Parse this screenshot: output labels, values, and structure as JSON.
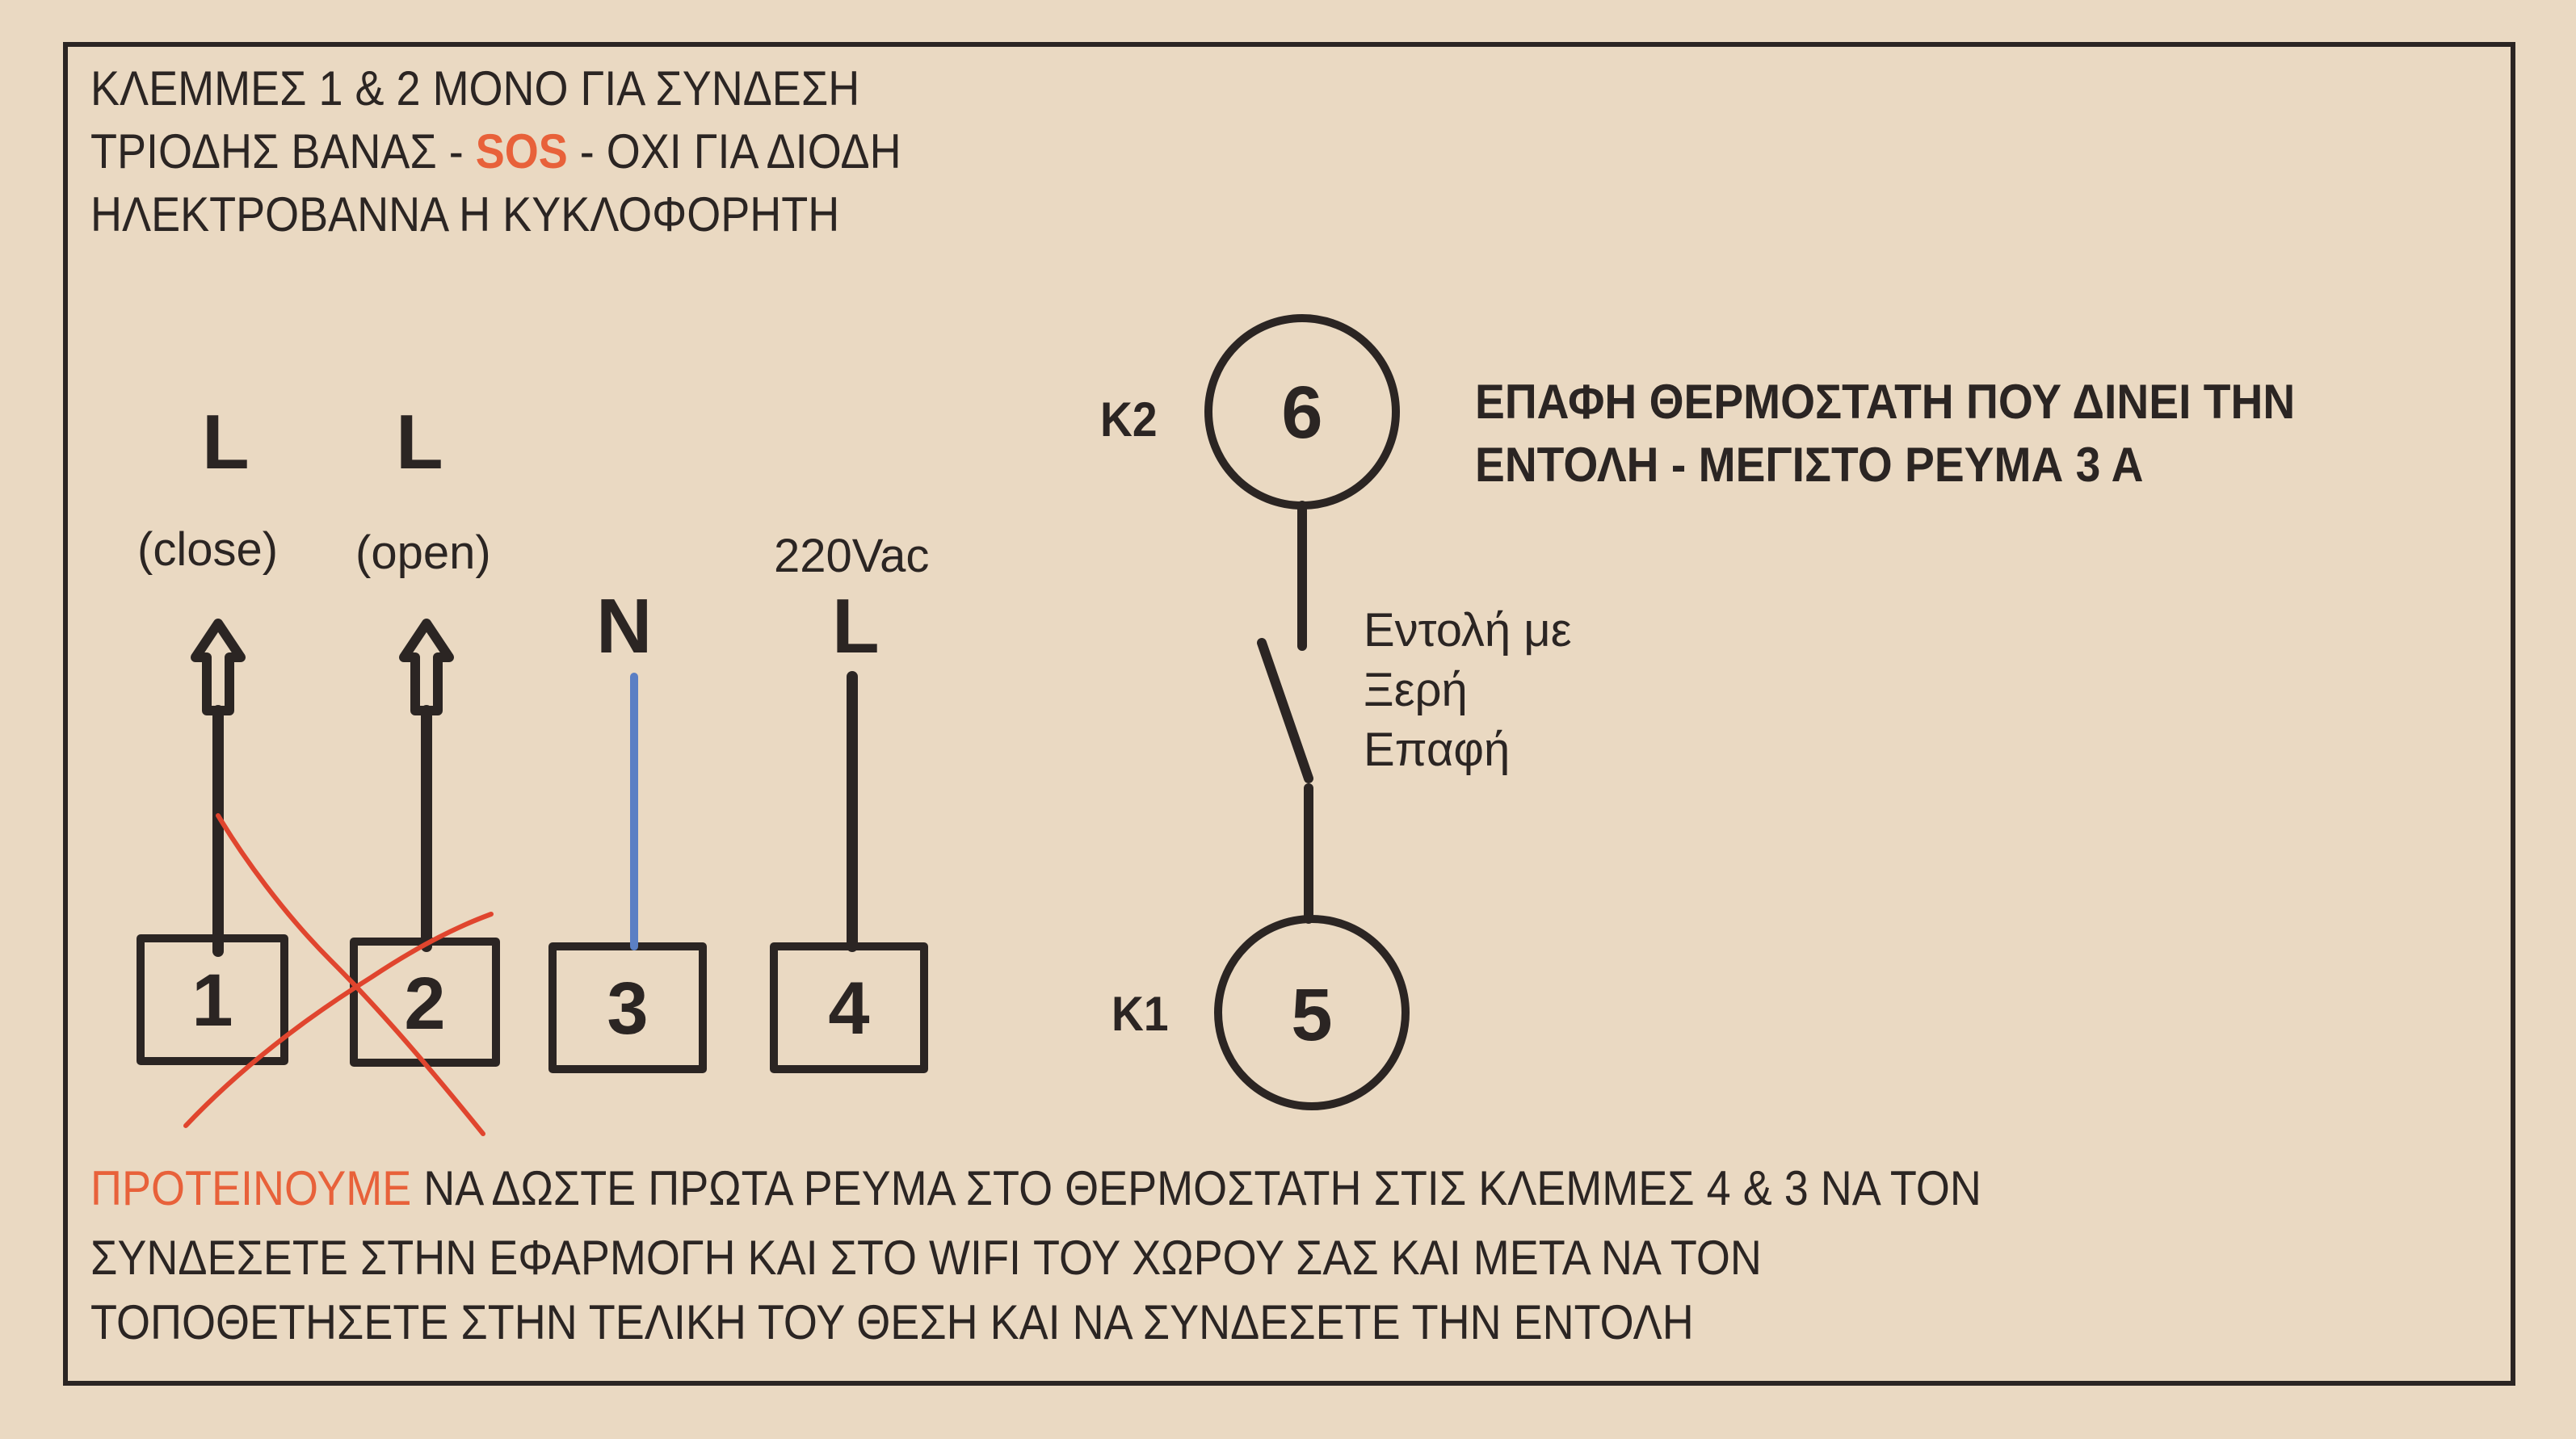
{
  "top_note": {
    "line1": "ΚΛΕΜΜΕΣ 1 & 2  ΜΟΝΟ ΓΙΑ ΣΥΝΔΕΣΗ",
    "line2_pre": "ΤΡΙΟΔΗΣ ΒΑΝΑΣ - ",
    "line2_sos": "SOS",
    "line2_post": " - ΟΧΙ ΓΙΑ ΔΙΟΔΗ",
    "line3": "ΗΛΕΚΤΡΟΒΑΝΝΑ Η ΚΥΚΛΟΦΟΡΗΤΗ"
  },
  "terminals": [
    {
      "number": "1",
      "letter": "L",
      "sub": "(close)"
    },
    {
      "number": "2",
      "letter": "L",
      "sub": "(open)"
    },
    {
      "number": "3",
      "letter": "N",
      "sub": ""
    },
    {
      "number": "4",
      "letter": "L",
      "sub": "220Vac"
    }
  ],
  "relay": {
    "top_terminal": "6",
    "top_label": "K2",
    "bottom_terminal": "5",
    "bottom_label": "K1",
    "contact_note": [
      "Εντολή  με",
      "Ξερή",
      "Επαφή"
    ]
  },
  "thermostat_note": {
    "line1": "ΕΠΑΦΗ ΘΕΡΜΟΣΤΑΤΗ  ΠΟΥ ΔΙΝΕΙ ΤΗΝ",
    "line2": "ΕΝΤΟΛΗ - ΜΕΓΙΣΤΟ  ΡΕΥΜΑ 3 Α"
  },
  "bottom_note": {
    "highlight": "ΠΡΟΤΕΙΝΟΥΜΕ",
    "line1_rest": "  ΝΑ ΔΩΣΤΕ ΠΡΩΤΑ ΡΕΥΜΑ ΣΤΟ ΘΕΡΜΟΣΤΑΤΗ ΣΤΙΣ ΚΛΕΜΜΕΣ 4 & 3 ΝΑ ΤΟΝ",
    "line2": "ΣΥΝΔΕΣΕΤΕ ΣΤΗΝ ΕΦΑΡΜΟΓΗ ΚΑΙ ΣΤΟ WIFI ΤΟΥ ΧΩΡΟΥ ΣΑΣ ΚΑΙ ΜΕΤΑ ΝΑ ΤΟΝ",
    "line3": "ΤΟΠΟΘΕΤΗΣΕΤΕ ΣΤΗΝ ΤΕΛΙΚΗ ΤΟΥ ΘΕΣΗ ΚΑΙ ΝΑ ΣΥΝΔΕΣΕΤΕ ΤΗΝ ΕΝΤΟΛΗ"
  },
  "colors": {
    "ink": "#2b2523",
    "paper": "#ead9c2",
    "accent": "#e8613a",
    "neutral_wire": "#5b7fc4",
    "cross_mark": "#e0452e"
  }
}
